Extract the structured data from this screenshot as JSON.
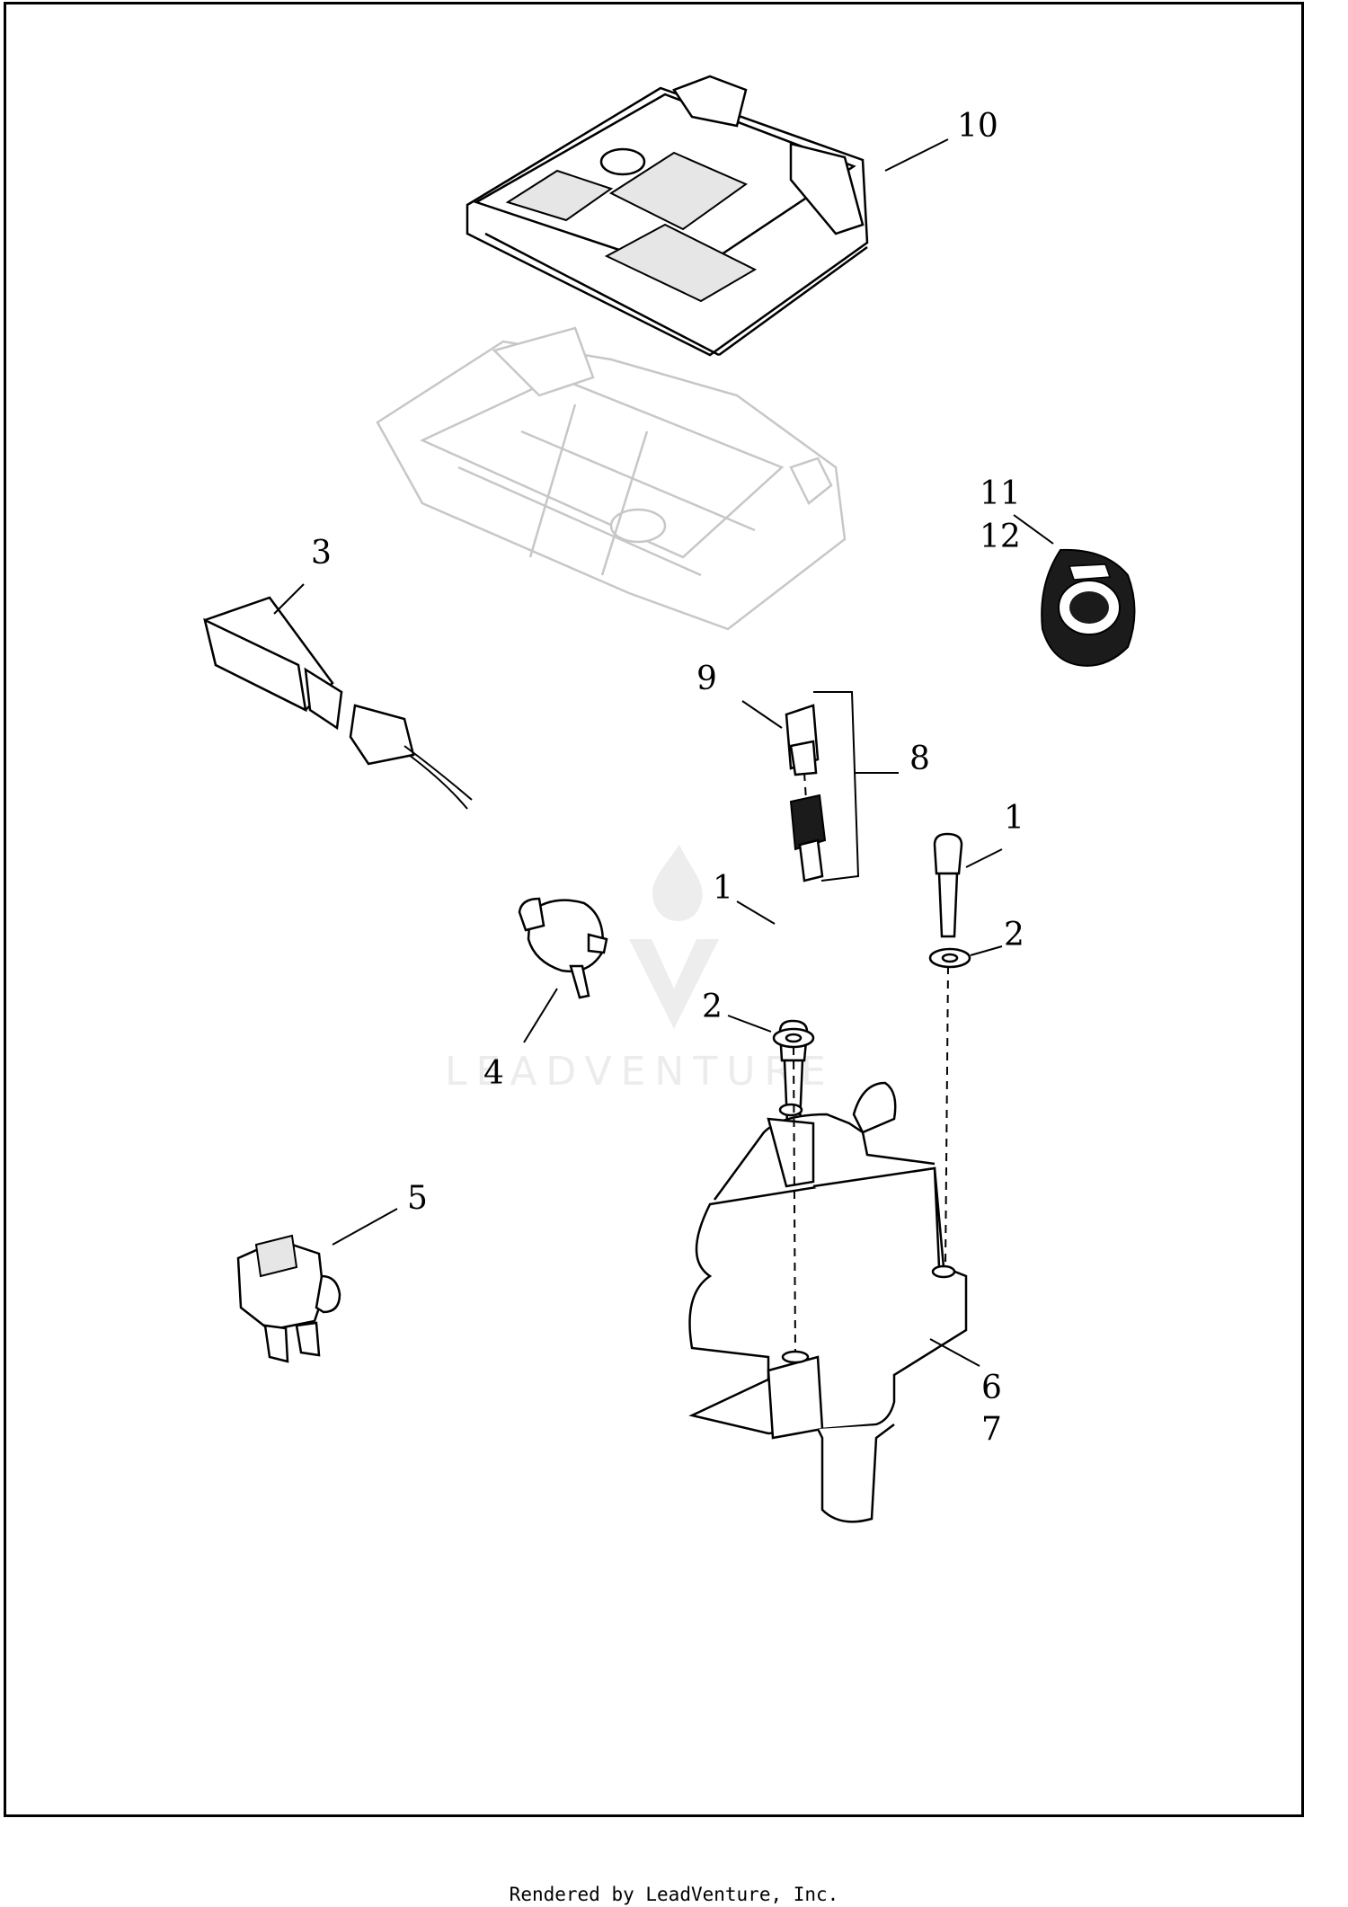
{
  "callouts": [
    "1",
    "1",
    "2",
    "2",
    "3",
    "4",
    "5",
    "6",
    "7",
    "8",
    "9",
    "10",
    "11",
    "12"
  ],
  "watermark": "LEADVENTURE",
  "footer": "Rendered by LeadVenture, Inc."
}
